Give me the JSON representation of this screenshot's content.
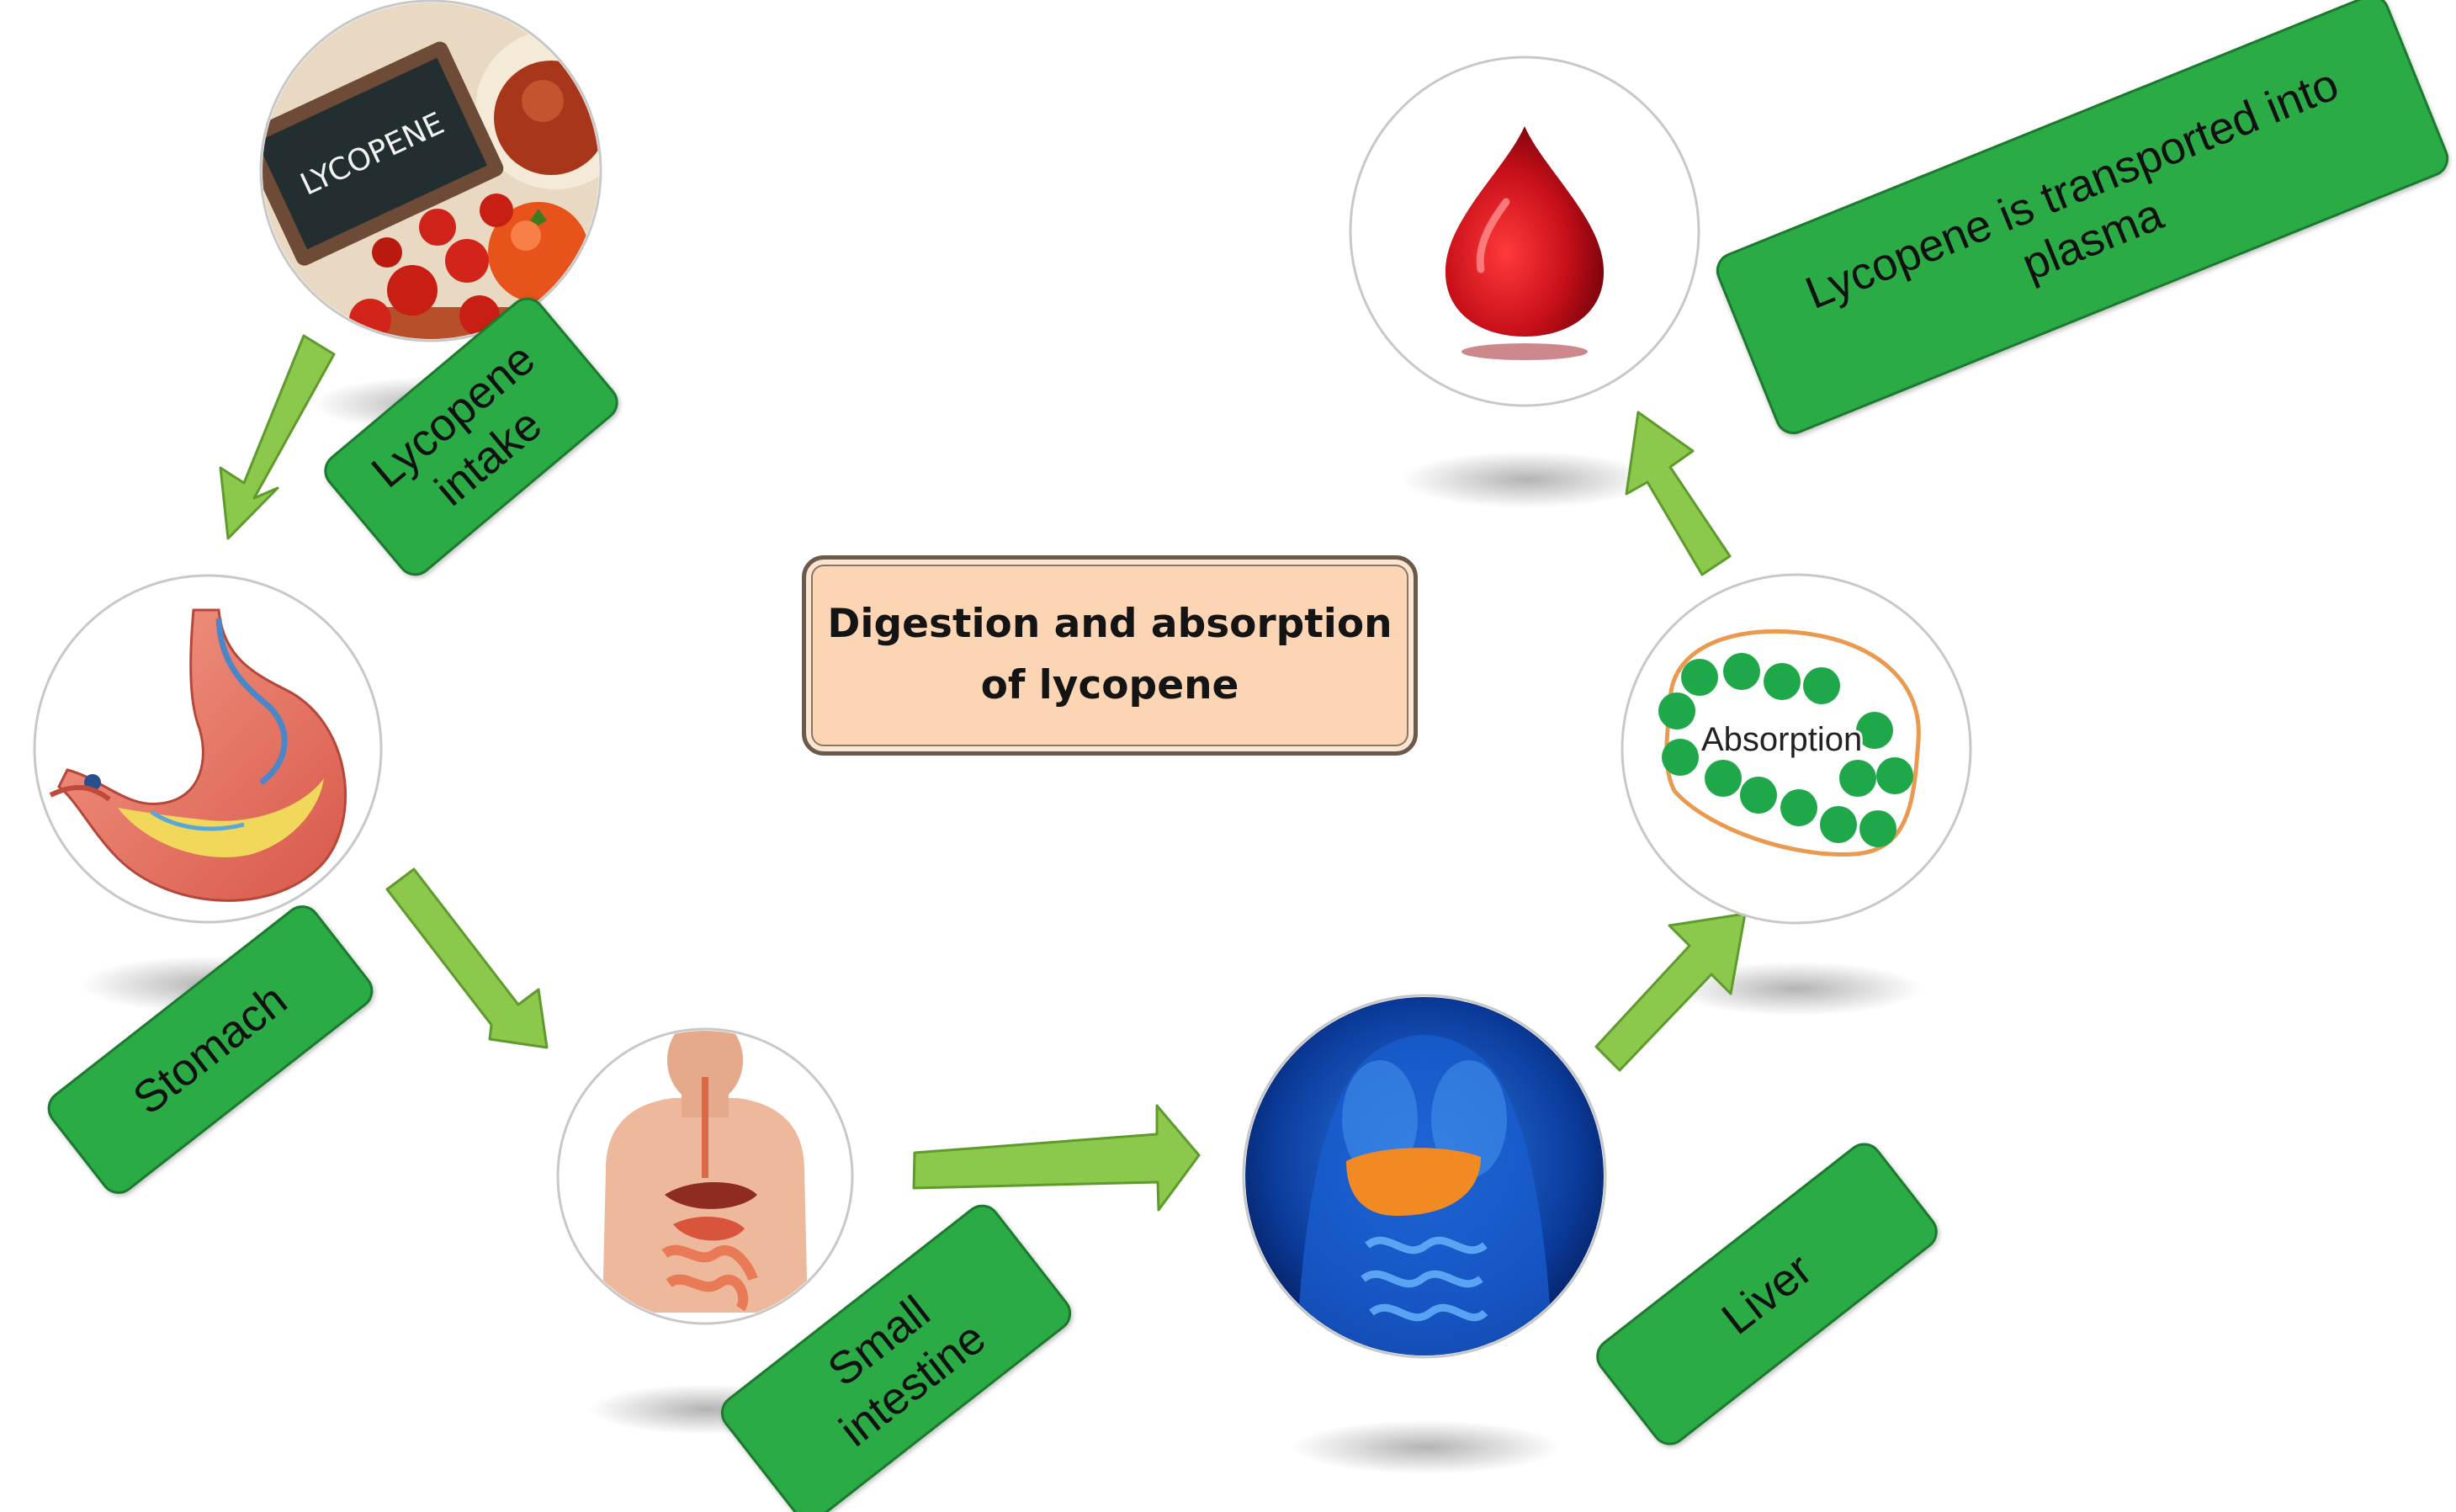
{
  "title": {
    "line1": "Digestion and absorption",
    "line2": "of lycopene"
  },
  "steps": [
    {
      "id": "intake",
      "label_lines": [
        "Lycopene",
        "intake"
      ],
      "sign_text": "LYCOPENE"
    },
    {
      "id": "stomach",
      "label_lines": [
        "Stomach"
      ]
    },
    {
      "id": "small-intestine",
      "label_lines": [
        "Small",
        "intestine"
      ]
    },
    {
      "id": "liver",
      "label_lines": [
        "Liver"
      ]
    },
    {
      "id": "absorption",
      "label_lines": [],
      "cell_text": "Absorption"
    },
    {
      "id": "plasma",
      "label_lines": [
        "Lycopene is transported into",
        "plasma"
      ]
    }
  ],
  "colors": {
    "arrow": "#8cc84b",
    "arrow_outline": "#5f9a2c",
    "label_fill": "#2bab45",
    "title_fill": "#fcd5b5",
    "droplet": "#c01018",
    "absorption_dots": "#1fa84a"
  }
}
